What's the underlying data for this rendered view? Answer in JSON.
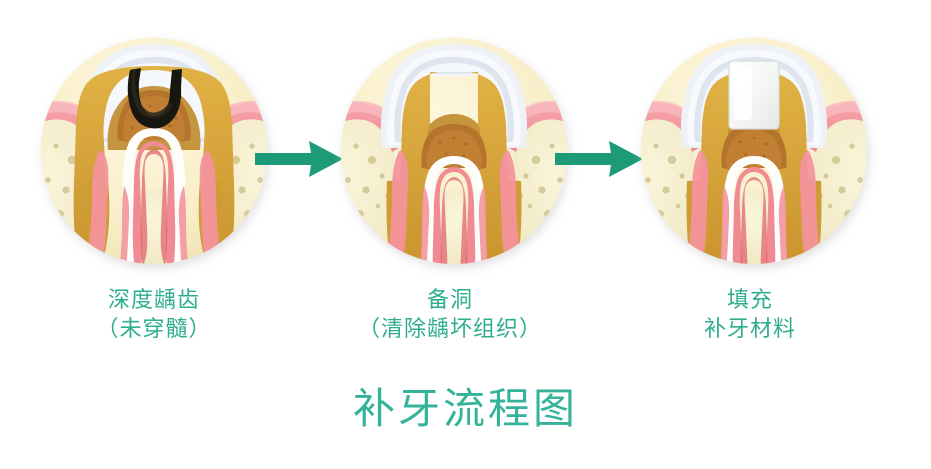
{
  "diagram": {
    "title": "补牙流程图",
    "title_color": "#34b39a",
    "caption_color": "#2fae8e",
    "arrow_color": "#1d9b79",
    "background_color": "#ffffff",
    "circle_fill": "#f8eec8",
    "steps": [
      {
        "index": 1,
        "name": "deep-caries",
        "caption_lines": [
          "深度龋齿",
          "（未穿髓）"
        ],
        "state": "decay",
        "cavity_color": "#1b1b18",
        "cavity_label": "黑色龋洞"
      },
      {
        "index": 2,
        "name": "cavity-preparation",
        "caption_lines": [
          "备洞",
          "（清除龋坏组织）"
        ],
        "state": "prepared",
        "cavity_color": "#f8eec8",
        "cavity_label": "已备洞"
      },
      {
        "index": 3,
        "name": "filling",
        "caption_lines": [
          "填充",
          "补牙材料"
        ],
        "state": "filled",
        "cavity_color": "#f6f7f4",
        "cavity_label": "补牙材料"
      }
    ],
    "arrows": [
      {
        "index": 1,
        "from": "deep-caries",
        "to": "cavity-preparation",
        "direction": "right"
      },
      {
        "index": 2,
        "from": "cavity-preparation",
        "to": "filling",
        "direction": "right"
      }
    ],
    "anatomy_colors": {
      "enamel": "#eef1f6",
      "dentin": "#d9a43b",
      "dentin_dark": "#b8862a",
      "pulp": "#f3a7ad",
      "pulp_chamber": "#b5742c",
      "gum": "#f3949c",
      "gum_light": "#f8b9be",
      "bone": "#f5efcf",
      "bone_speckle": "#cdc08c"
    }
  }
}
